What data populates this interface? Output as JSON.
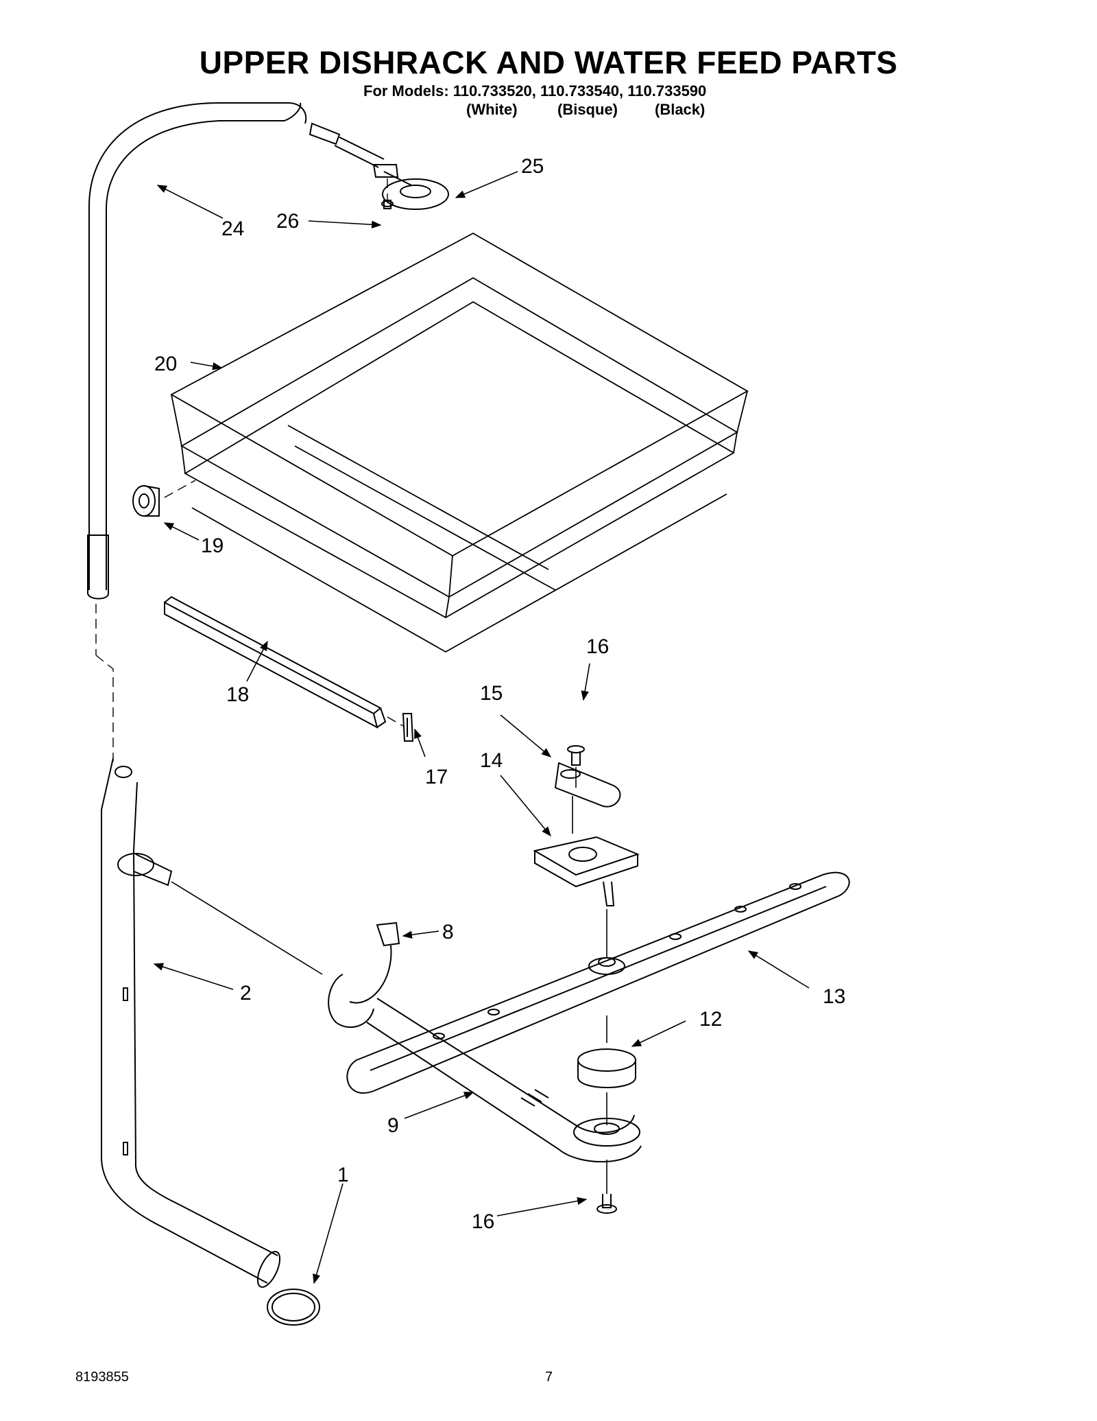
{
  "title": "UPPER DISHRACK AND WATER FEED PARTS",
  "subtitle": "For Models: 110.733520, 110.733540, 110.733590",
  "model_colors": [
    "(White)",
    "(Bisque)",
    "(Black)"
  ],
  "footer": {
    "doc_number": "8193855",
    "page_number": "7"
  },
  "callouts": {
    "c1": "1",
    "c2": "2",
    "c8": "8",
    "c9": "9",
    "c12": "12",
    "c13": "13",
    "c14": "14",
    "c15": "15",
    "c16a": "16",
    "c16b": "16",
    "c17": "17",
    "c18": "18",
    "c19": "19",
    "c20": "20",
    "c24": "24",
    "c25": "25",
    "c26": "26"
  }
}
